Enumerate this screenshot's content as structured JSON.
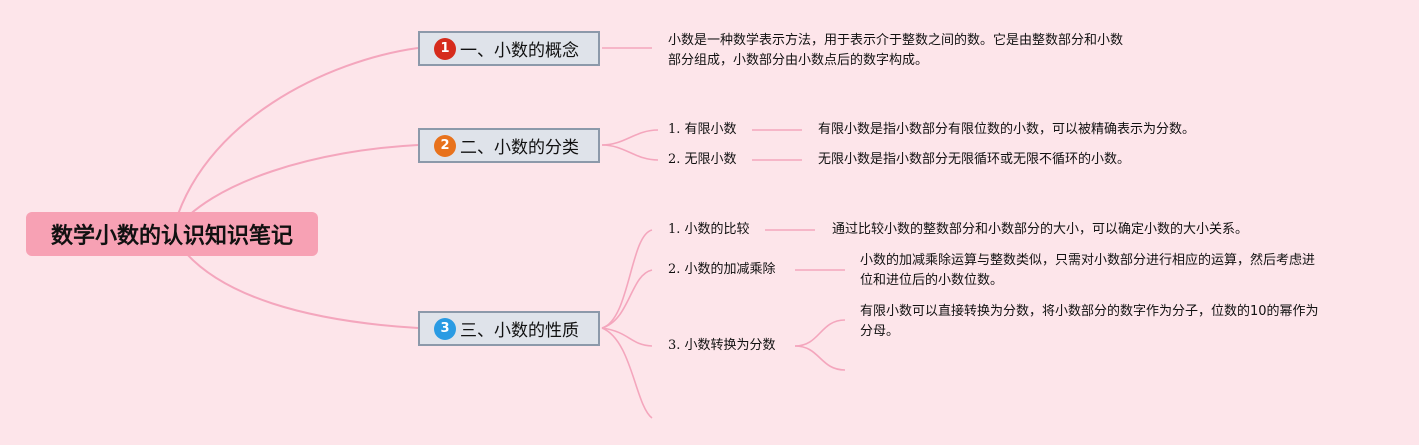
{
  "root": {
    "title": "数学小数的认识知识笔记"
  },
  "colors": {
    "background": "#fde5ea",
    "root_fill": "#f7a1b4",
    "line": "#f4a6bd",
    "topic_fill": "#dfe3ea",
    "topic_border": "#8c99aa"
  },
  "topics": [
    {
      "badge": "1",
      "badge_color": "#d62b1c",
      "label": "一、小数的概念",
      "note_lines": [
        "小数是一种数学表示方法，用于表示介于整数之间的数。它是由整数部分和小数",
        "部分组成，小数部分由小数点后的数字构成。"
      ]
    },
    {
      "badge": "2",
      "badge_color": "#e8721c",
      "label": "二、小数的分类",
      "children": [
        {
          "label": "1. 有限小数",
          "note_lines": [
            "有限小数是指小数部分有限位数的小数，可以被精确表示为分数。"
          ]
        },
        {
          "label": "2. 无限小数",
          "note_lines": [
            "无限小数是指小数部分无限循环或无限不循环的小数。"
          ]
        }
      ]
    },
    {
      "badge": "3",
      "badge_color": "#2a9be3",
      "label": "三、小数的性质",
      "children": [
        {
          "label": "1. 小数的比较",
          "note_lines": [
            "通过比较小数的整数部分和小数部分的大小，可以确定小数的大小关系。"
          ]
        },
        {
          "label": "2. 小数的加减乘除",
          "note_lines": [
            "小数的加减乘除运算与整数类似，只需对小数部分进行相应的运算，然后考虑进",
            "位和进位后的小数位数。"
          ]
        },
        {
          "label": "3. 小数转换为分数",
          "note_lines": [
            "有限小数可以直接转换为分数，将小数部分的数字作为分子，位数的10的幂作为",
            "分母。"
          ]
        }
      ]
    }
  ]
}
